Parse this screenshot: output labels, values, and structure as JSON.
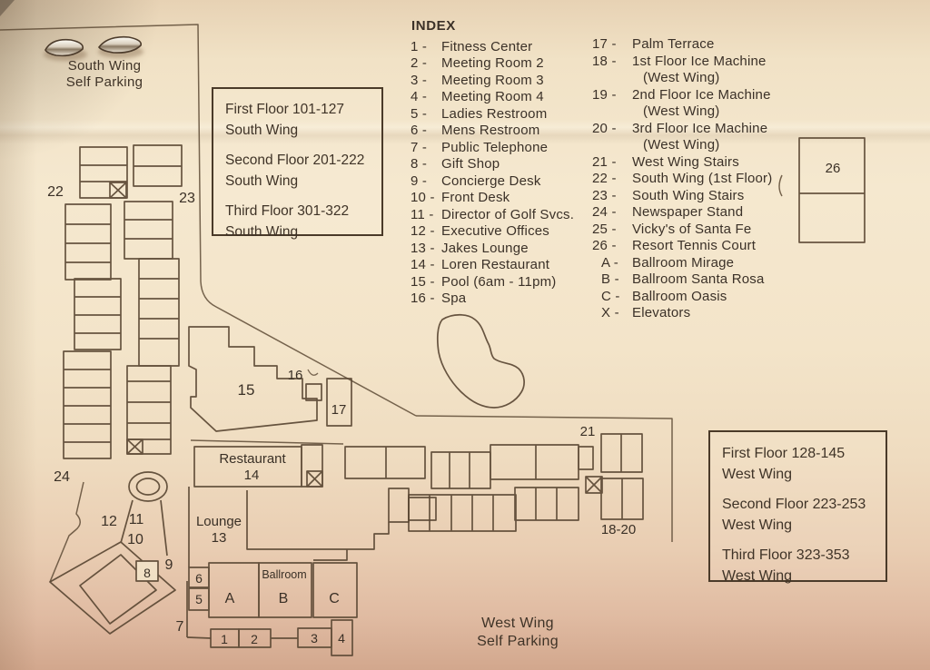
{
  "colors": {
    "paper": "#f3e4c9",
    "ink": "#3b3128",
    "line": "#5b4834"
  },
  "parking": {
    "south": {
      "line1": "South Wing",
      "line2": "Self Parking"
    },
    "west": {
      "line1": "West Wing",
      "line2": "Self Parking"
    }
  },
  "index": {
    "title": "INDEX",
    "col1": [
      {
        "num": "1 -",
        "label": "Fitness Center"
      },
      {
        "num": "2 -",
        "label": "Meeting Room 2"
      },
      {
        "num": "3 -",
        "label": "Meeting Room 3"
      },
      {
        "num": "4 -",
        "label": "Meeting Room 4"
      },
      {
        "num": "5 -",
        "label": "Ladies Restroom"
      },
      {
        "num": "6 -",
        "label": "Mens Restroom"
      },
      {
        "num": "7 -",
        "label": "Public Telephone"
      },
      {
        "num": "8 -",
        "label": "Gift Shop"
      },
      {
        "num": "9 -",
        "label": "Concierge Desk"
      },
      {
        "num": "10 -",
        "label": "Front Desk"
      },
      {
        "num": "11 -",
        "label": "Director of Golf Svcs."
      },
      {
        "num": "12 -",
        "label": "Executive Offices"
      },
      {
        "num": "13 -",
        "label": "Jakes Lounge"
      },
      {
        "num": "14 -",
        "label": "Loren Restaurant"
      },
      {
        "num": "15 -",
        "label": "Pool (6am - 11pm)"
      },
      {
        "num": "16 -",
        "label": "Spa"
      }
    ],
    "col2": [
      {
        "num": "17 -",
        "label": "Palm Terrace"
      },
      {
        "num": "18 -",
        "label": "1st Floor Ice Machine",
        "label2": "(West Wing)"
      },
      {
        "num": "19 -",
        "label": "2nd Floor Ice Machine",
        "label2": "(West Wing)"
      },
      {
        "num": "20 -",
        "label": "3rd Floor Ice Machine",
        "label2": "(West Wing)"
      },
      {
        "num": "21 -",
        "label": "West Wing Stairs"
      },
      {
        "num": "22 -",
        "label": "South Wing (1st Floor)"
      },
      {
        "num": "23 -",
        "label": "South Wing Stairs"
      },
      {
        "num": "24 -",
        "label": "Newspaper Stand"
      },
      {
        "num": "25 -",
        "label": "Vicky's of Santa Fe"
      },
      {
        "num": "26 -",
        "label": "Resort Tennis Court"
      },
      {
        "num": "A -",
        "label": "Ballroom Mirage"
      },
      {
        "num": "B -",
        "label": "Ballroom Santa Rosa"
      },
      {
        "num": "C -",
        "label": "Ballroom Oasis"
      },
      {
        "num": "X -",
        "label": "Elevators"
      }
    ]
  },
  "floor_boxes": {
    "south": {
      "rows": [
        {
          "floor": "First Floor 101-127",
          "wing": "South Wing"
        },
        {
          "floor": "Second Floor 201-222",
          "wing": "South Wing"
        },
        {
          "floor": "Third Floor 301-322",
          "wing": "South Wing"
        }
      ]
    },
    "west": {
      "rows": [
        {
          "floor": "First Floor 128-145",
          "wing": "West Wing"
        },
        {
          "floor": "Second Floor 223-253",
          "wing": "West Wing"
        },
        {
          "floor": "Third Floor 323-353",
          "wing": "West Wing"
        }
      ]
    }
  },
  "map": {
    "n22": "22",
    "n23": "23",
    "n24": "24",
    "n12": "12",
    "n11": "11",
    "n10": "10",
    "n9": "9",
    "n8": "8",
    "n7": "7",
    "n6": "6",
    "n5": "5",
    "n1": "1",
    "n2": "2",
    "n3": "3",
    "n4": "4",
    "n15": "15",
    "n16": "16",
    "n17": "17",
    "n21": "21",
    "n18_20": "18-20",
    "n26": "26",
    "restaurant": "Restaurant",
    "restaurant_num": "14",
    "lounge": "Lounge",
    "lounge_num": "13",
    "ballroom": "Ballroom",
    "ball_a": "A",
    "ball_b": "B",
    "ball_c": "C"
  }
}
